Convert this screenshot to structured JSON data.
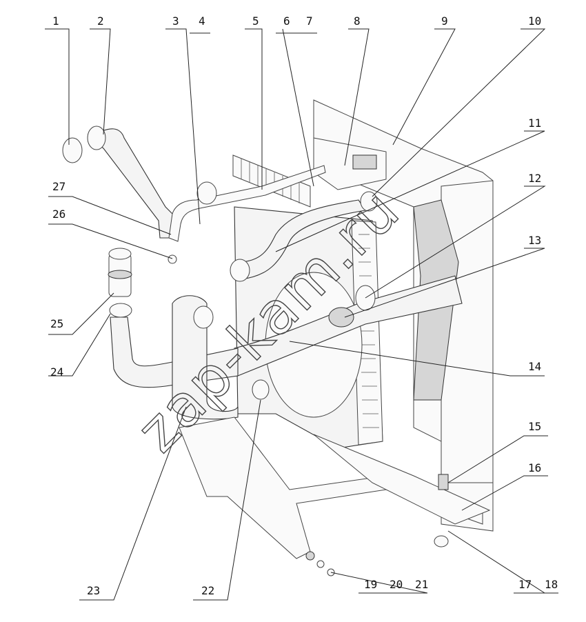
{
  "callouts": [
    "1",
    "2",
    "3",
    "4",
    "5",
    "6",
    "7",
    "8",
    "9",
    "10",
    "11",
    "12",
    "13",
    "14",
    "15",
    "16",
    "17",
    "18",
    "19",
    "20",
    "21",
    "22",
    "23",
    "24",
    "25",
    "26",
    "27"
  ],
  "watermark": "zap-kam.ru"
}
